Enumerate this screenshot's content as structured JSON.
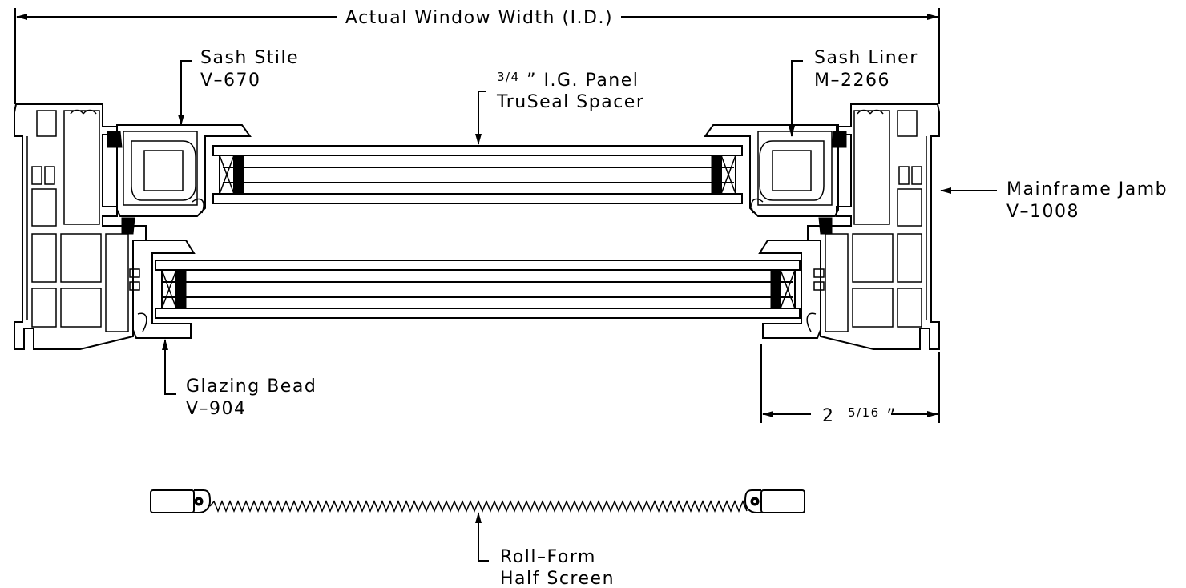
{
  "dimensions": {
    "overall_width": "Actual Window Width (I.D.)",
    "side_width_whole": "2",
    "side_width_fraction": "5/16",
    "side_width_unit": "”"
  },
  "callouts": {
    "sash_stile": {
      "name": "Sash Stile",
      "part": "V–670"
    },
    "ig_panel": {
      "fraction": "3/4",
      "name": "” I.G. Panel",
      "spacer": "TruSeal Spacer"
    },
    "sash_liner": {
      "name": "Sash Liner",
      "part": "M–2266"
    },
    "mainframe_jamb": {
      "name": "Mainframe Jamb",
      "part": "V–1008"
    },
    "glazing_bead": {
      "name": "Glazing Bead",
      "part": "V–904"
    },
    "screen": {
      "name": "Roll–Form",
      "sub": "Half Screen"
    }
  }
}
